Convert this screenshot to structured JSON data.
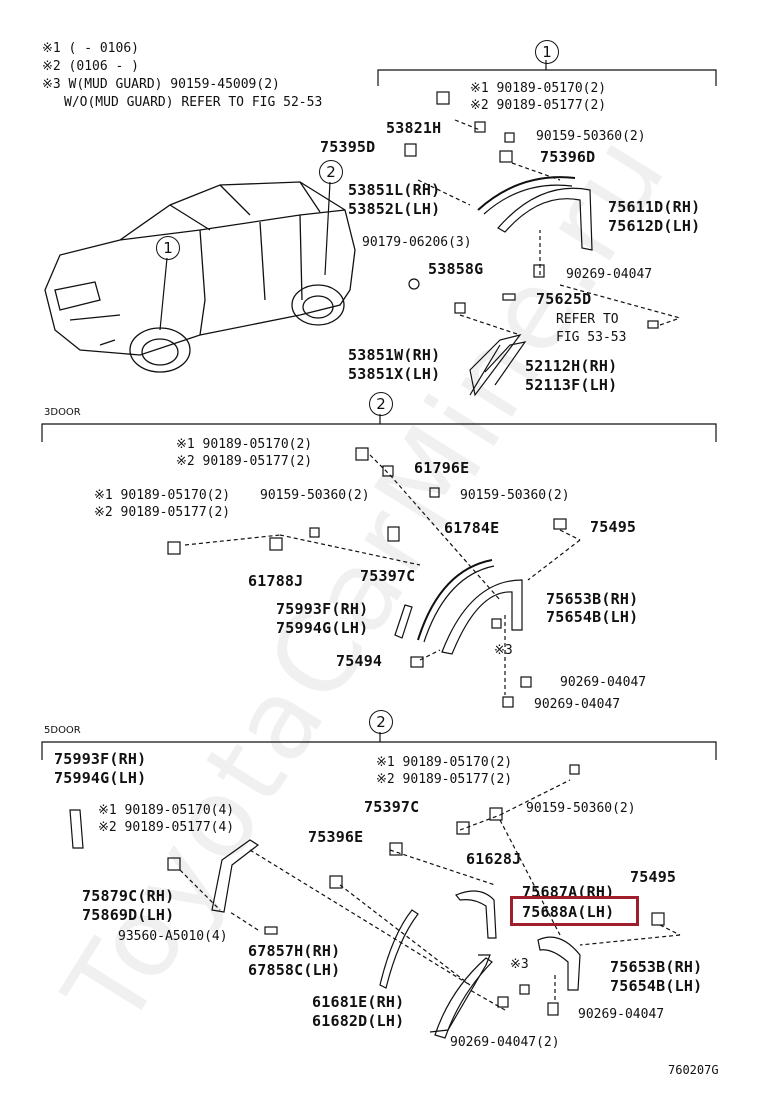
{
  "watermark": "ToyotaCarMine.ru",
  "notes": {
    "n1": "※1 (      - 0106)",
    "n2": "※2 (0106 -      )",
    "n3": "※3 W(MUD GUARD) 90159-45009(2)",
    "n4": "W/O(MUD GUARD) REFER TO FIG 52-53"
  },
  "circles": {
    "c1_top": "1",
    "c1_car": "1",
    "c2_car": "2",
    "c2_3door": "2",
    "c2_5door": "2"
  },
  "sections": {
    "door3": "3DOOR",
    "door5": "5DOOR"
  },
  "s1": {
    "a1": "※1 90189-05170(2)",
    "a2": "※2 90189-05177(2)",
    "b": "53821H",
    "c": "90159-50360(2)",
    "d": "75395D",
    "e": "75396D",
    "f1": "53851L(RH)",
    "f2": "53852L(LH)",
    "g1": "75611D(RH)",
    "g2": "75612D(LH)",
    "h": "90179-06206(3)",
    "i": "53858G",
    "j": "90269-04047",
    "k": "75625D",
    "ref1": "REFER TO",
    "ref2": "FIG 53-53",
    "l1": "53851W(RH)",
    "l2": "53851X(LH)",
    "m1": "52112H(RH)",
    "m2": "52113F(LH)"
  },
  "s2": {
    "a1": "※1 90189-05170(2)",
    "a2": "※2 90189-05177(2)",
    "b": "61796E",
    "c1": "※1 90189-05170(2)",
    "c2": "※2 90189-05177(2)",
    "d": "90159-50360(2)",
    "e": "90159-50360(2)",
    "f": "61784E",
    "g": "75495",
    "h": "61788J",
    "i": "75397C",
    "j1": "75993F(RH)",
    "j2": "75994G(LH)",
    "k1": "75653B(RH)",
    "k2": "75654B(LH)",
    "x3": "※3",
    "l": "75494",
    "m": "90269-04047",
    "n": "90269-04047"
  },
  "s3": {
    "a1": "75993F(RH)",
    "a2": "75994G(LH)",
    "b1": "※1 90189-05170(2)",
    "b2": "※2 90189-05177(2)",
    "c": "90159-50360(2)",
    "d": "75397C",
    "e1": "※1 90189-05170(4)",
    "e2": "※2 90189-05177(4)",
    "f": "75396E",
    "g": "61628J",
    "h1": "75687A(RH)",
    "h2": "75688A(LH)",
    "i": "75495",
    "j1": "75879C(RH)",
    "j2": "75869D(LH)",
    "k": "93560-A5010(4)",
    "l1": "67857H(RH)",
    "l2": "67858C(LH)",
    "x3": "※3",
    "m1": "75653B(RH)",
    "m2": "75654B(LH)",
    "n": "90269-04047",
    "o1": "61681E(RH)",
    "o2": "61682D(LH)",
    "p": "90269-04047(2)"
  },
  "fig_code": "760207G",
  "highlight_color": "#a01d2c"
}
